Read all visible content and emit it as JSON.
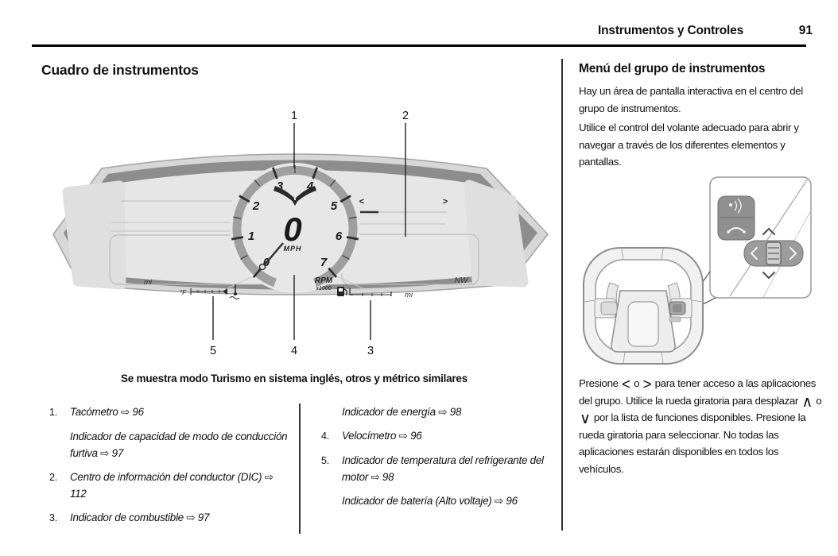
{
  "header": {
    "section_title": "Instrumentos y Controles",
    "page_number": "91"
  },
  "main": {
    "title": "Cuadro de instrumentos",
    "caption": "Se muestra modo Turismo en sistema inglés, otros y métrico similares",
    "callouts": {
      "c1": "1",
      "c2": "2",
      "c3": "3",
      "c4": "4",
      "c5": "5"
    },
    "cluster": {
      "gauge_numbers": [
        "0",
        "1",
        "2",
        "3",
        "4",
        "5",
        "6",
        "7"
      ],
      "speed_value": "0",
      "speed_unit": "MPH",
      "rpm_label": "RPM",
      "rpm_multiplier": "x1000",
      "odometer_unit_left": "mi",
      "range_unit_right": "mi",
      "compass": "NW",
      "temp_unit": "°F",
      "left_arrow": "<",
      "right_arrow": ">"
    },
    "legend_left": [
      {
        "num": "1.",
        "text": "Tacómetro ⇨ 96"
      },
      {
        "num": "",
        "text": "Indicador de capacidad de modo de conducción furtiva ⇨ 97"
      },
      {
        "num": "2.",
        "text": "Centro de información del conductor (DIC) ⇨ 112"
      },
      {
        "num": "3.",
        "text": "Indicador de combustible ⇨ 97"
      }
    ],
    "legend_right": [
      {
        "num": "",
        "text": "Indicador de energía ⇨ 98"
      },
      {
        "num": "4.",
        "text": "Velocímetro ⇨ 96"
      },
      {
        "num": "5.",
        "text": "Indicador de temperatura del refrigerante del motor ⇨ 98"
      },
      {
        "num": "",
        "text": "Indicador de batería (Alto voltaje) ⇨ 96"
      }
    ]
  },
  "sidebar": {
    "title": "Menú del grupo de instrumentos",
    "p1": "Hay un área de pantalla interactiva en el centro del grupo de instrumentos.",
    "p2": "Utilice el control del volante adecuado para abrir y navegar a través de los diferentes elementos y pantallas.",
    "p3_parts": [
      "Presione ",
      "<",
      " o ",
      ">",
      " para tener acceso a las aplicaciones del grupo. Utilice la rueda giratoria para desplazar ",
      "∧",
      " o ",
      "∨",
      " por la lista de funciones disponibles. Presione la rueda giratoria para seleccionar. No todas las aplicaciones estarán disponibles en todos los vehículos."
    ]
  },
  "colors": {
    "text": "#111111",
    "bezel_dark": "#8d8d8d",
    "screen_light": "#e6e6e7"
  }
}
